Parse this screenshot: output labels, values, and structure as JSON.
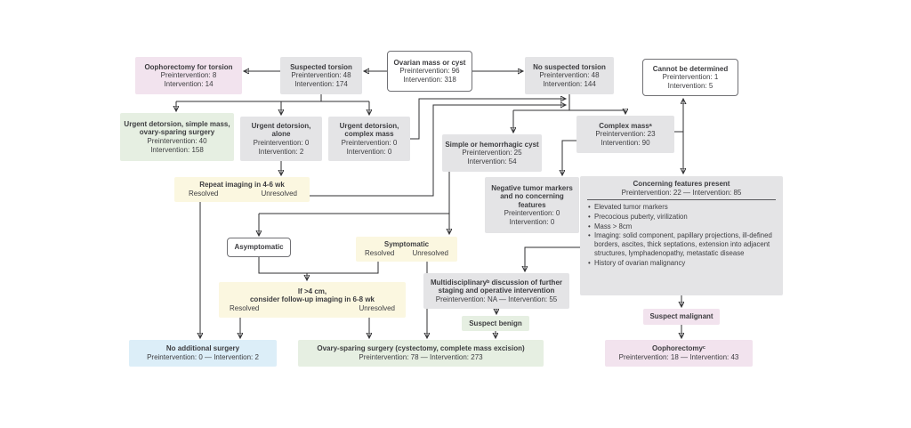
{
  "figure_type": "clinical-management-flowchart",
  "colors": {
    "node_gray": "#e4e4e6",
    "node_pink": "#f2e3ee",
    "node_green": "#e6efe2",
    "node_yellow": "#fbf7e0",
    "node_blue": "#dceef8",
    "node_white": "#ffffff",
    "border": "#707074",
    "arrow": "#2f2f31",
    "text": "#3d3d40"
  },
  "labels": {
    "resolved": "Resolved",
    "unresolved": "Unresolved"
  },
  "nodes": {
    "ovarian_mass": {
      "title": "Ovarian mass or cyst",
      "line1": "Preintervention: 96",
      "line2": "Intervention: 318"
    },
    "suspected_torsion": {
      "title": "Suspected torsion",
      "line1": "Preintervention: 48",
      "line2": "Intervention: 174"
    },
    "oophorectomy_torsion": {
      "title": "Oophorectomy for torsion",
      "line1": "Preintervention: 8",
      "line2": "Intervention: 14"
    },
    "no_suspected_torsion": {
      "title": "No suspected torsion",
      "line1": "Preintervention: 48",
      "line2": "Intervention: 144"
    },
    "cannot_be_determined": {
      "title": "Cannot be determined",
      "line1": "Preintervention: 1",
      "line2": "Intervention: 5"
    },
    "urgent_detorsion_simple": {
      "title": "Urgent detorsion, simple mass, ovary-sparing surgery",
      "line1": "Preintervention: 40",
      "line2": "Intervention: 158"
    },
    "urgent_detorsion_alone": {
      "title": "Urgent detorsion, alone",
      "line1": "Preintervention: 0",
      "line2": "Intervention: 2"
    },
    "urgent_detorsion_complex": {
      "title": "Urgent detorsion, complex mass",
      "line1": "Preintervention: 0",
      "line2": "Intervention: 0"
    },
    "simple_hemorrhagic_cyst": {
      "title": "Simple or hemorrhagic cyst",
      "line1": "Preintervention: 25",
      "line2": "Intervention: 54"
    },
    "complex_mass": {
      "title": "Complex massᵃ",
      "line1": "Preintervention: 23",
      "line2": "Intervention: 90"
    },
    "repeat_imaging": {
      "title": "Repeat imaging in 4-6 wk"
    },
    "negative_markers": {
      "title": "Negative tumor markers and no concerning features",
      "line1": "Preintervention: 0",
      "line2": "Intervention: 0"
    },
    "concerning_features": {
      "title": "Concerning features present",
      "line1": "Preintervention: 22  —  Intervention: 85",
      "bullets": [
        "Elevated tumor markers",
        "Precocious puberty, virilization",
        "Mass > 8cm",
        "Imaging: solid component, papillary projections, ill-defined borders, ascites, thick septations, extension into adjacent structures, lymphadenopathy, metastatic disease",
        "History of ovarian malignancy"
      ]
    },
    "asymptomatic": {
      "title": "Asymptomatic"
    },
    "symptomatic": {
      "title": "Symptomatic"
    },
    "if_4cm": {
      "title_line1": "If >4 cm,",
      "title_line2": "consider follow-up imaging in 6-8 wk"
    },
    "multidisciplinary": {
      "title_line1": "Multidisciplinaryᵇ discussion of further",
      "title_line2": "staging and operative intervention",
      "line1": "Preintervention: NA — Intervention: 55"
    },
    "suspect_benign": {
      "title": "Suspect benign"
    },
    "suspect_malignant": {
      "title": "Suspect malignant"
    },
    "no_additional_surgery": {
      "title": "No additional surgery",
      "line1": "Preintervention: 0  —  Intervention: 2"
    },
    "ovary_sparing_surgery": {
      "title": "Ovary-sparing surgery (cystectomy, complete mass excision)",
      "line1": "Preintervention: 78 — Intervention: 273"
    },
    "oophorectomy_final": {
      "title": "Oophorectomyᶜ",
      "line1": "Preintervention: 18 — Intervention: 43"
    }
  }
}
